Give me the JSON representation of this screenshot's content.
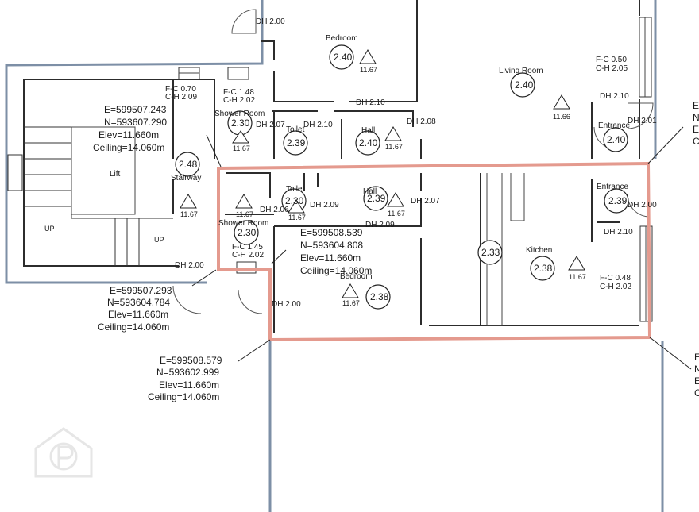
{
  "rooms": {
    "bedroom_upper": {
      "name": "Bedroom",
      "height": "2.40",
      "level": "11.67"
    },
    "living_room": {
      "name": "Living Room",
      "height": "2.40",
      "level": "11.66"
    },
    "shower_room_upper": {
      "name": "Shower Room",
      "height": "2.30",
      "level": "11.67"
    },
    "toilet_upper": {
      "name": "Toilet",
      "height": "2.39"
    },
    "hall_upper": {
      "name": "Hall",
      "height": "2.40",
      "level": "11.67"
    },
    "entrance_upper": {
      "name": "Entrance",
      "height": "2.40"
    },
    "stairway": {
      "name": "Stairway",
      "height": "2.48",
      "level": "11.67"
    },
    "lift": {
      "name": "Lift"
    },
    "toilet_lower": {
      "name": "Toilet",
      "height": "2.30",
      "level": "11.67"
    },
    "hall_lower": {
      "name": "Hall",
      "height": "2.39",
      "level": "11.67"
    },
    "shower_room_lower": {
      "name": "Shower Room",
      "height": "2.30",
      "level": "11.67"
    },
    "bedroom_lower": {
      "name": "Bedroom",
      "height": "2.38",
      "level": "11.67"
    },
    "kitchen": {
      "name": "Kitchen",
      "height": "2.38",
      "level": "11.67"
    },
    "entrance_lower": {
      "name": "Entrance",
      "height": "2.39"
    },
    "divider_marker": {
      "height": "2.33"
    }
  },
  "door_heights": {
    "top_door": "DH 2.00",
    "bedroom_upper": "DH 2.10",
    "living_room_a": "DH 2.10",
    "living_room_b": "DH 2.01",
    "shower_upper": "DH 2.07",
    "toilet_upper": "DH 2.10",
    "hall_upper": "DH 2.08",
    "toilet_lower": "DH 2.09",
    "shower_lower": "DH 2.06",
    "hall_lower": "DH 2.07",
    "hall_lower_b": "DH 2.09",
    "entrance_lower": "DH 2.00",
    "kitchen": "DH 2.10",
    "lift_landing": "DH 2.00",
    "bedroom_lower": "DH 2.00"
  },
  "fc_ch": {
    "living": [
      "F-C 0.50",
      "C-H 2.05"
    ],
    "stair": [
      "F-C 0.70",
      "C-H 2.09"
    ],
    "shower_upper": [
      "F-C 1.48",
      "C-H 2.02"
    ],
    "shower_lower": [
      "F-C 1.45",
      "C-H 2.02"
    ],
    "kitchen": [
      "F-C 0.48",
      "C-H 2.02"
    ]
  },
  "stairs": {
    "up_left": "UP",
    "up_right": "UP"
  },
  "survey_points": {
    "p1": [
      "E=599507.243",
      "N=593607.290",
      "Elev=11.660m",
      "Ceiling=14.060m"
    ],
    "p2": [
      "E=599508.539",
      "N=593604.808",
      "Elev=11.660m",
      "Ceiling=14.060m"
    ],
    "p3": [
      "E=599507.293",
      "N=593604.784",
      "Elev=11.660m",
      "Ceiling=14.060m"
    ],
    "p4": [
      "E=599508.579",
      "N=593602.999",
      "Elev=11.660m",
      "Ceiling=14.060m"
    ],
    "p5_partial": [
      "E",
      "N",
      "E",
      "C"
    ],
    "p6_partial": [
      "E",
      "N",
      "E",
      "C"
    ]
  },
  "colors": {
    "highlight": "#e49a8e",
    "building_outline": "#7d8fa6"
  }
}
